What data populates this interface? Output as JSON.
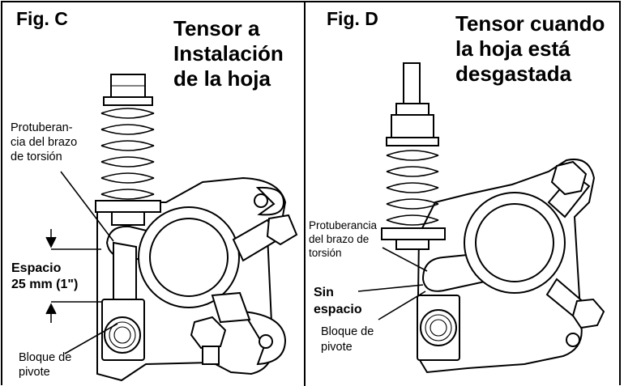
{
  "panels": [
    {
      "fig_label": "Fig. C",
      "title_lines": [
        "Tensor a",
        "Instalación",
        "de la hoja"
      ],
      "callouts": {
        "protrusion": [
          "Protuberan-",
          "cia del brazo",
          "de torsión"
        ],
        "gap": [
          "Espacio",
          "25 mm (1\")"
        ],
        "pivot": [
          "Bloque de",
          "pivote"
        ]
      }
    },
    {
      "fig_label": "Fig. D",
      "title_lines": [
        "Tensor cuando",
        "la hoja está",
        "desgastada"
      ],
      "callouts": {
        "protrusion": [
          "Protuberancia",
          "del brazo de",
          "torsión"
        ],
        "gap": [
          "Sin",
          "espacio"
        ],
        "pivot": [
          "Bloque de",
          "pivote"
        ]
      }
    }
  ]
}
